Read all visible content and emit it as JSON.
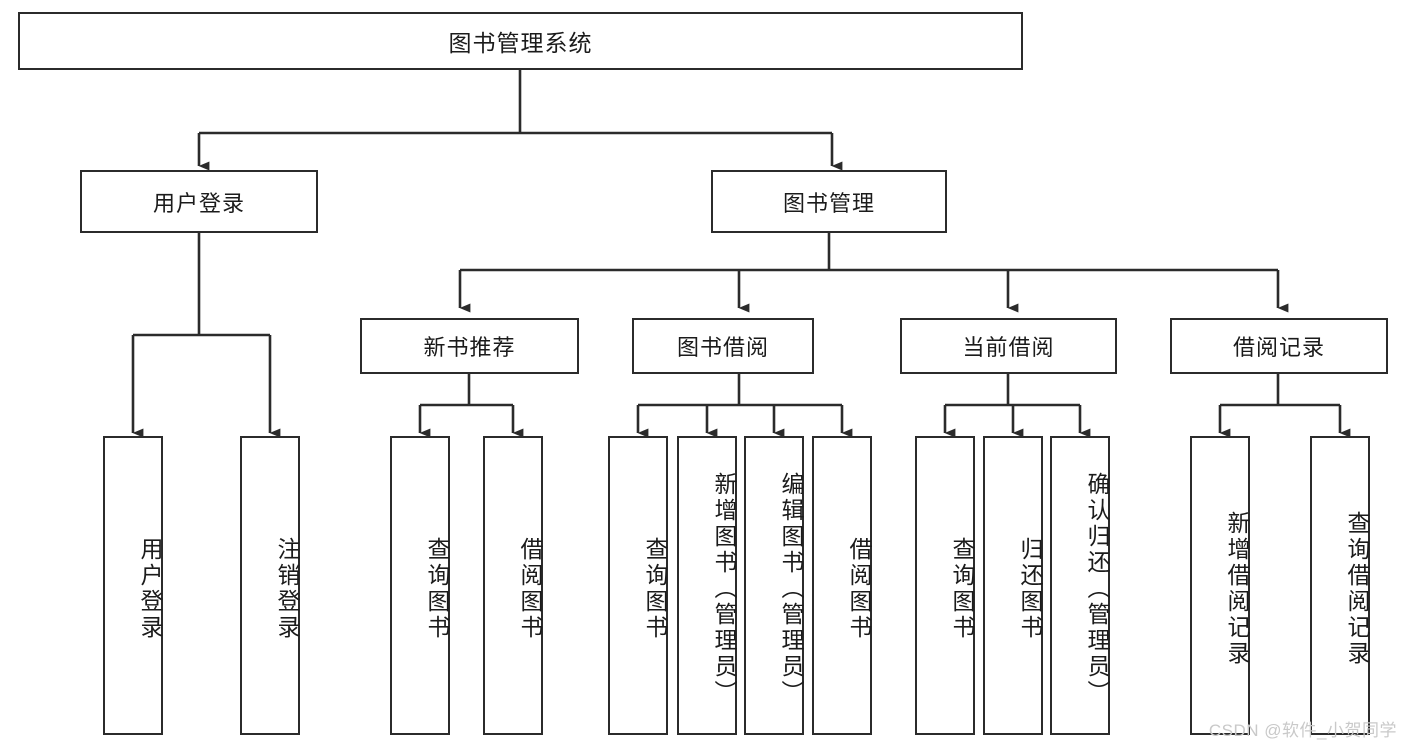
{
  "diagram": {
    "title": "图书管理系统",
    "type": "tree-hierarchy-chart",
    "colors": {
      "stroke": "#2b2b2b",
      "fill": "#ffffff",
      "text": "#1b1b1b",
      "watermark": "#c9c9c9"
    }
  },
  "root": {
    "label": "图书管理系统"
  },
  "level2": [
    {
      "label": "用户登录"
    },
    {
      "label": "图书管理"
    }
  ],
  "level3": [
    {
      "label": "新书推荐"
    },
    {
      "label": "图书借阅"
    },
    {
      "label": "当前借阅"
    },
    {
      "label": "借阅记录"
    }
  ],
  "leaves": {
    "user_login": [
      {
        "label": "用户登录"
      },
      {
        "label": "注销登录"
      }
    ],
    "new_book": [
      {
        "label": "查询图书"
      },
      {
        "label": "借阅图书"
      }
    ],
    "book_borrow": [
      {
        "label": "查询图书"
      },
      {
        "label": "新增图书（管理员）"
      },
      {
        "label": "编辑图书（管理员）"
      },
      {
        "label": "借阅图书"
      }
    ],
    "current_borrow": [
      {
        "label": "查询图书"
      },
      {
        "label": "归还图书"
      },
      {
        "label": "确认归还（管理员）"
      }
    ],
    "borrow_record": [
      {
        "label": "新增借阅记录"
      },
      {
        "label": "查询借阅记录"
      }
    ]
  },
  "watermark": {
    "text": "CSDN @软件_小贺同学"
  }
}
